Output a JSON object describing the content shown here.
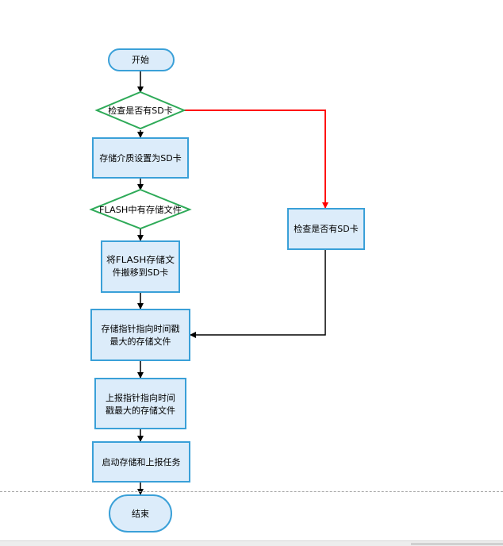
{
  "colors": {
    "box_fill": "#dcecfa",
    "box_stroke": "#3aa0d8",
    "decision_fill": "#ffffff",
    "decision_stroke": "#2eaa58",
    "arrow_default": "#000000",
    "arrow_no": "#ff0000"
  },
  "nodes": {
    "start": [
      "开始"
    ],
    "check_sd_1": [
      "检查是否有SD卡"
    ],
    "set_storage_sd": [
      "存储介质设置为SD卡"
    ],
    "flash_has_file": [
      "FLASH中有存储文件"
    ],
    "move_flash_to_sd": [
      "将FLASH存储文",
      "件搬移到SD卡"
    ],
    "check_sd_2": [
      "检查是否有SD卡"
    ],
    "storage_ptr_latest": [
      "存储指针指向时间戳",
      "最大的存储文件"
    ],
    "report_ptr_latest": [
      "上报指针指向时间",
      "戳最大的存储文件"
    ],
    "start_tasks": [
      "启动存储和上报任务"
    ],
    "end": [
      "结束"
    ]
  }
}
